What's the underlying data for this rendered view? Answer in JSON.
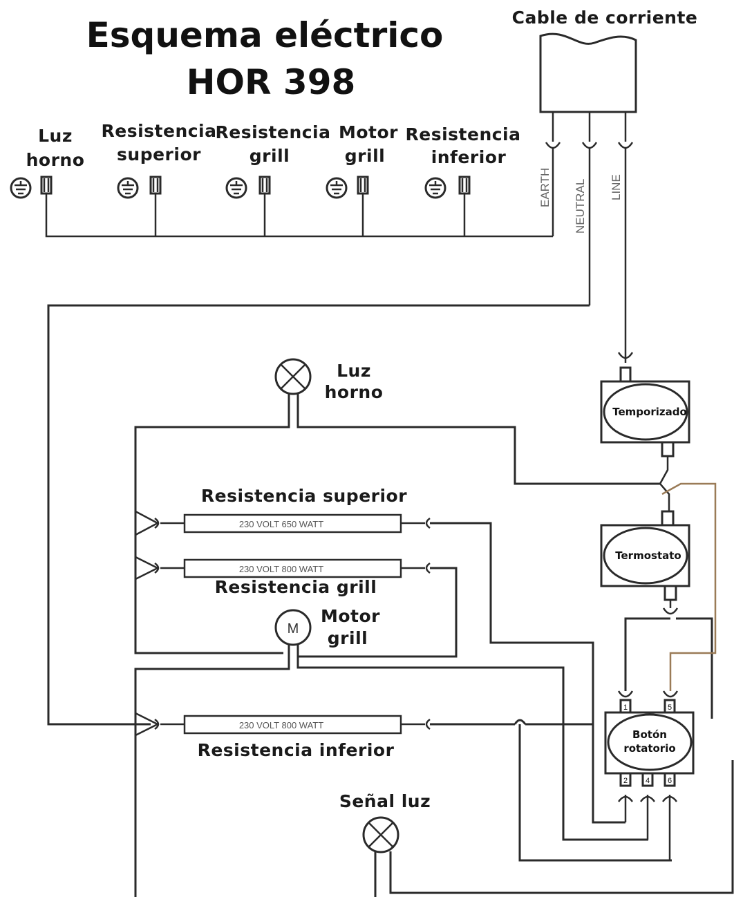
{
  "title": {
    "line1": "Esquema eléctrico",
    "line2": "HOR 398"
  },
  "cable": {
    "label": "Cable de corriente",
    "earth": "EARTH",
    "neutral": "NEUTRAL",
    "line": "LINE"
  },
  "ground_terminals": [
    {
      "line1": "Luz",
      "line2": "horno"
    },
    {
      "line1": "Resistencia",
      "line2": "superior"
    },
    {
      "line1": "Resistencia",
      "line2": "grill"
    },
    {
      "line1": "Motor",
      "line2": "grill"
    },
    {
      "line1": "Resistencia",
      "line2": "inferior"
    }
  ],
  "components": {
    "luz_horno": {
      "line1": "Luz",
      "line2": "horno"
    },
    "resistencia_superior": {
      "label": "Resistencia superior",
      "rating": "230 VOLT  650 WATT"
    },
    "resistencia_grill": {
      "label": "Resistencia grill",
      "rating": "230 VOLT  800 WATT"
    },
    "motor_grill": {
      "symbol": "M",
      "line1": "Motor",
      "line2": "grill"
    },
    "resistencia_inferior": {
      "label": "Resistencia inferior",
      "rating": "230 VOLT  800 WATT"
    },
    "senal_luz": {
      "label": "Señal luz"
    },
    "temporizador": {
      "label": "Temporizado"
    },
    "termostato": {
      "label": "Termostato"
    },
    "boton_rotatorio": {
      "line1": "Botón",
      "line2": "rotatorio",
      "pins_top": [
        "1",
        "5"
      ],
      "pins_bottom": [
        "2",
        "4",
        "6"
      ]
    }
  },
  "colors": {
    "wire": "#2a2a2a",
    "brown_wire": "#9a7b57"
  }
}
